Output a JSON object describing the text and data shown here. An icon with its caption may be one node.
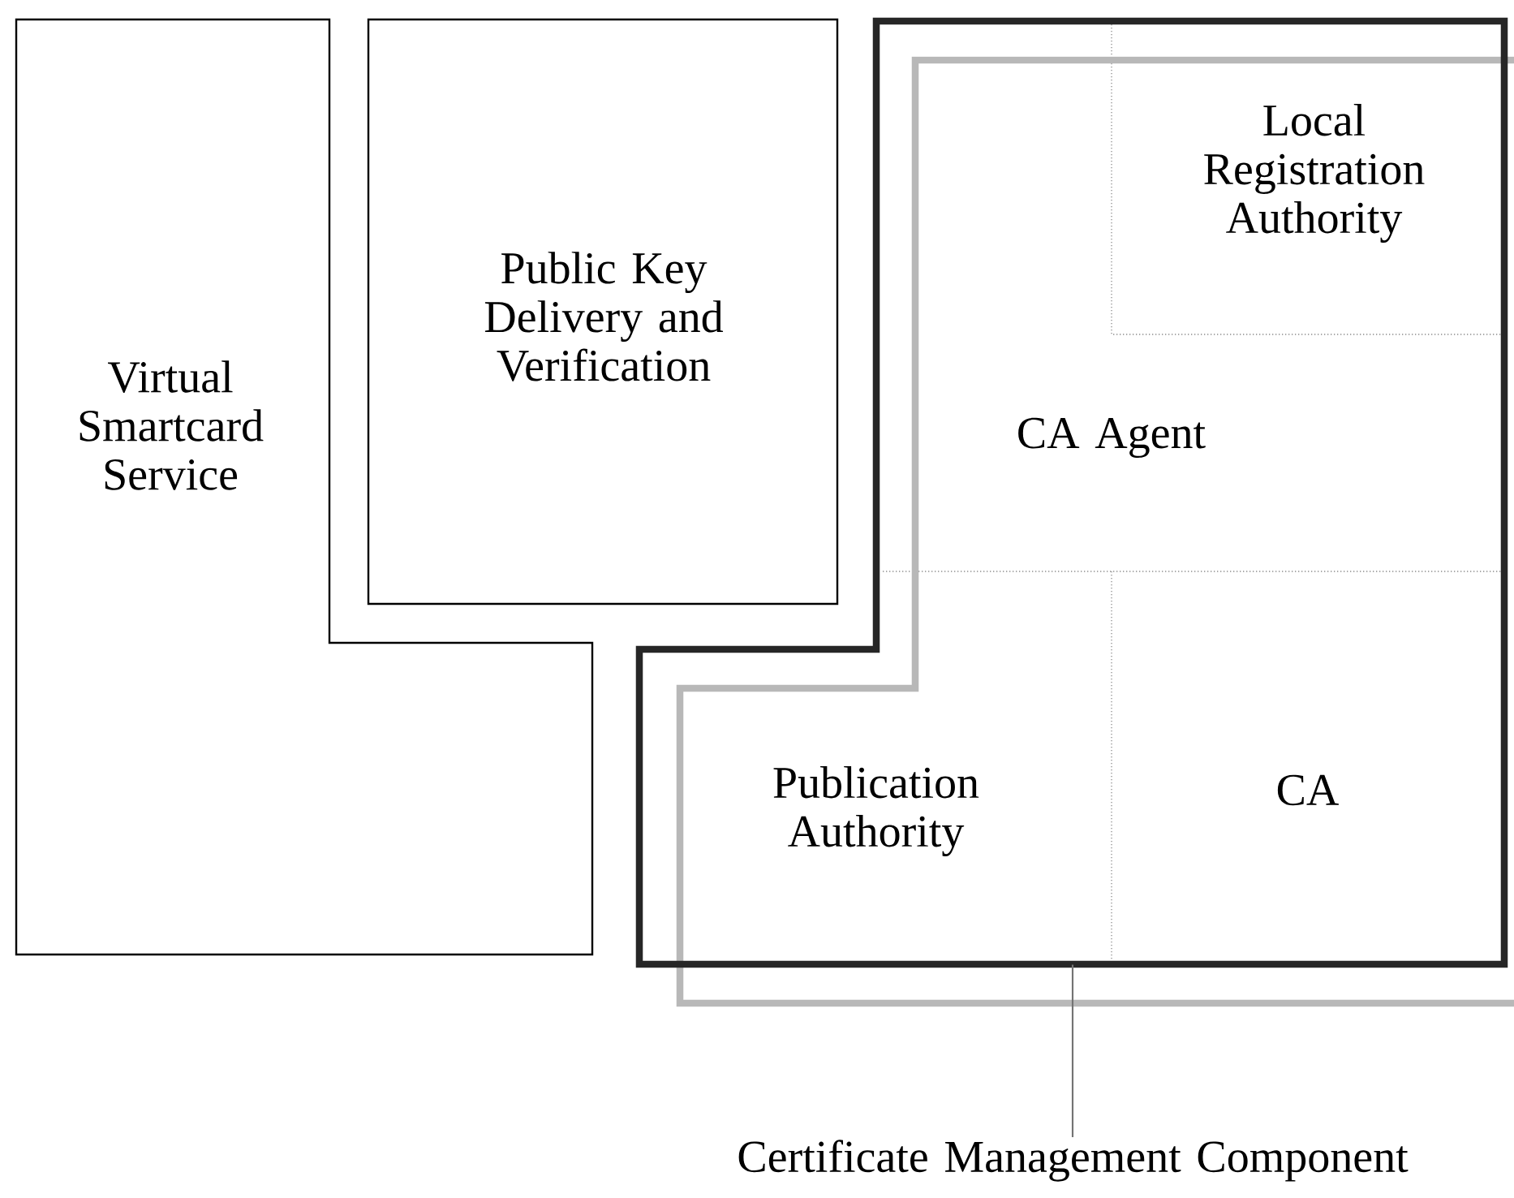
{
  "diagram": {
    "nodes": [
      {
        "text": [
          "Virtual Smartcard Service"
        ]
      },
      {
        "text": [
          "Public Key Delivery and Verification"
        ]
      },
      {
        "text": [],
        "shape": "box"
      },
      {
        "text": [
          "Local Registration Authority"
        ],
        "in": 2
      },
      {
        "text": [
          "CA Agent"
        ],
        "in": 2
      },
      {
        "text": [
          "Publication Authority"
        ],
        "in": 2
      },
      {
        "text": [
          "CA"
        ],
        "in": 2
      },
      {
        "text": [
          "Certificate Management Component"
        ]
      }
    ],
    "edges": [
      {
        "from": 7,
        "to": 2,
        "arrow": "none"
      }
    ]
  }
}
